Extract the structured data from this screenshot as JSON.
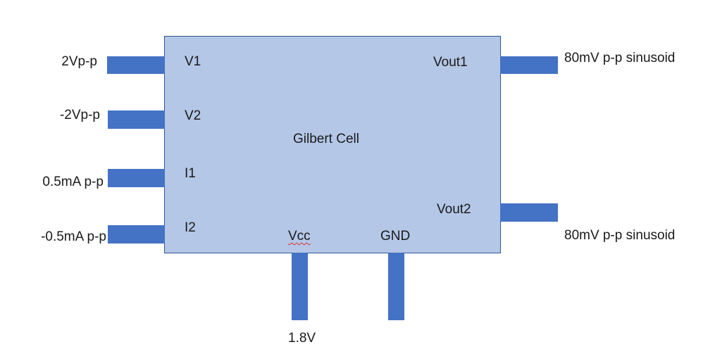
{
  "block": {
    "title": "Gilbert Cell",
    "pins": {
      "v1": "V1",
      "v2": "V2",
      "i1": "I1",
      "i2": "I2",
      "vout1": "Vout1",
      "vout2": "Vout2",
      "vcc": "Vcc",
      "gnd": "GND"
    }
  },
  "signals": {
    "v1": "2Vp-p",
    "v2": "-2Vp-p",
    "i1": "0.5mA p-p",
    "i2": "-0.5mA p-p",
    "vout1": "80mV  p-p sinusoid",
    "vout2": "80mV p-p sinusoid",
    "vcc": "1.8V"
  },
  "colors": {
    "block_fill": "#b4c7e7",
    "block_border": "#2f5597",
    "pin_fill": "#4472c4"
  }
}
